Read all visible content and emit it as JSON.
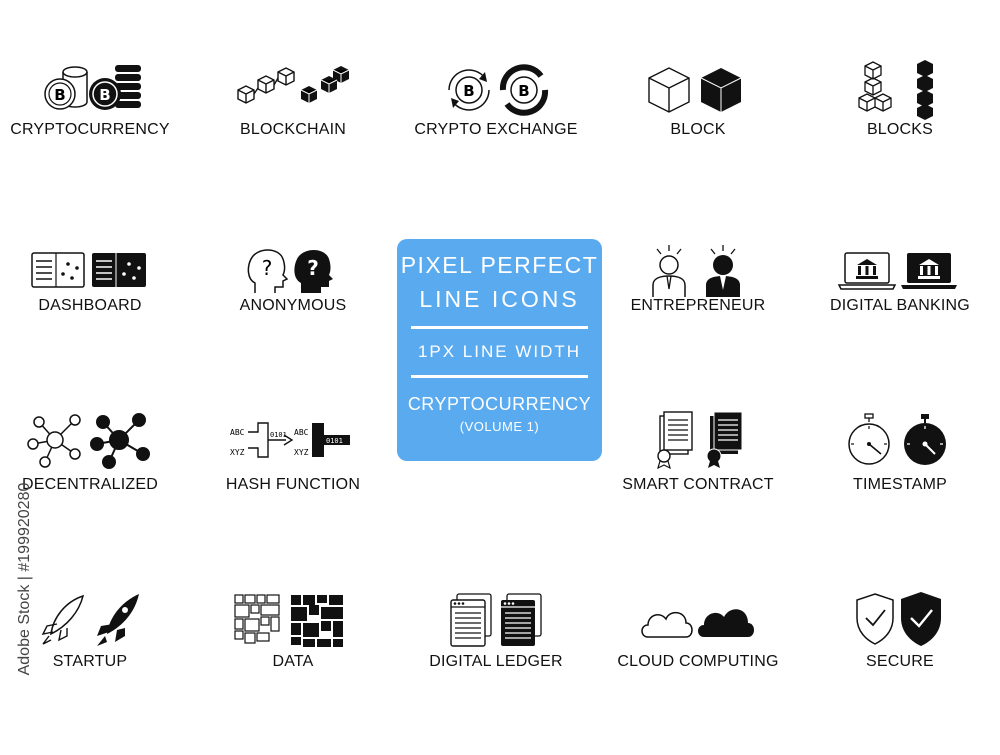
{
  "center_panel": {
    "title_line1": "PIXEL PERFECT",
    "title_line2": "LINE ICONS",
    "line_width": "1PX LINE WIDTH",
    "subject": "CRYPTOCURRENCY",
    "volume": "(VOLUME 1)"
  },
  "icons": [
    {
      "label": "CRYPTOCURRENCY"
    },
    {
      "label": "BLOCKCHAIN"
    },
    {
      "label": "CRYPTO EXCHANGE"
    },
    {
      "label": "BLOCK"
    },
    {
      "label": "BLOCKS"
    },
    {
      "label": "DASHBOARD"
    },
    {
      "label": "ANONYMOUS"
    },
    {
      "label": "ENTREPRENEUR"
    },
    {
      "label": "DIGITAL BANKING"
    },
    {
      "label": "DECENTRALIZED"
    },
    {
      "label": "HASH FUNCTION"
    },
    {
      "label": "SMART CONTRACT"
    },
    {
      "label": "TIMESTAMP"
    },
    {
      "label": "STARTUP"
    },
    {
      "label": "DATA"
    },
    {
      "label": "DIGITAL LEDGER"
    },
    {
      "label": "CLOUD COMPUTING"
    },
    {
      "label": "SECURE"
    }
  ],
  "watermark": "Adobe Stock | #199920280",
  "colors": {
    "panel": "#5aaaf0",
    "ink": "#111111",
    "background": "#ffffff"
  }
}
